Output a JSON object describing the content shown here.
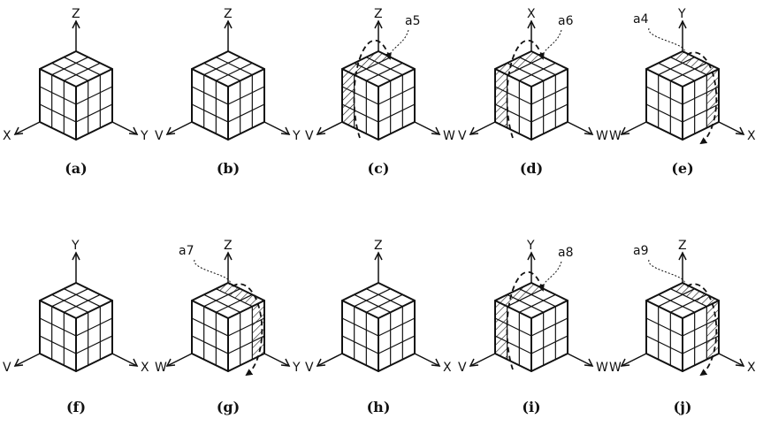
{
  "figures": [
    {
      "caption": "(a)",
      "axes": {
        "top": "Z",
        "left": "X",
        "right": "Y"
      },
      "rotation": null
    },
    {
      "caption": "(b)",
      "axes": {
        "top": "Z",
        "left": "V",
        "right": "Y"
      },
      "rotation": null
    },
    {
      "caption": "(c)",
      "axes": {
        "top": "Z",
        "left": "V",
        "right": "W"
      },
      "rotation": {
        "label": "a5",
        "slice": "left-v",
        "arrow": "top-right"
      }
    },
    {
      "caption": "(d)",
      "axes": {
        "top": "X",
        "left": "V",
        "right": "W"
      },
      "rotation": {
        "label": "a6",
        "slice": "left-v",
        "arrow": "top-right"
      }
    },
    {
      "caption": "(e)",
      "axes": {
        "top": "Y",
        "left": "W",
        "right": "X"
      },
      "rotation": {
        "label": "a4",
        "slice": "right-v",
        "arrow": "bottom-right"
      }
    },
    {
      "caption": "(f)",
      "axes": {
        "top": "Y",
        "left": "V",
        "right": "X"
      },
      "rotation": null
    },
    {
      "caption": "(g)",
      "axes": {
        "top": "Z",
        "left": "W",
        "right": "Y"
      },
      "rotation": {
        "label": "a7",
        "slice": "right-v",
        "arrow": "bottom-right"
      }
    },
    {
      "caption": "(h)",
      "axes": {
        "top": "Z",
        "left": "V",
        "right": "X"
      },
      "rotation": null
    },
    {
      "caption": "(i)",
      "axes": {
        "top": "Y",
        "left": "V",
        "right": "W"
      },
      "rotation": {
        "label": "a8",
        "slice": "left-v",
        "arrow": "top-right"
      }
    },
    {
      "caption": "(j)",
      "axes": {
        "top": "Z",
        "left": "W",
        "right": "X"
      },
      "rotation": {
        "label": "a9",
        "slice": "right-v",
        "arrow": "bottom-right"
      }
    }
  ],
  "colors": {
    "ink": "#111111",
    "background": "#ffffff"
  }
}
